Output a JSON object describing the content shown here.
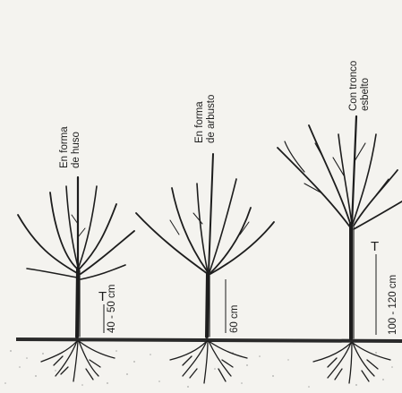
{
  "diagram": {
    "trees": [
      {
        "id": "huso",
        "title_lines": [
          "En forma",
          "de huso"
        ],
        "trunk_marker": "T",
        "trunk_height": "40 - 50 cm"
      },
      {
        "id": "arbusto",
        "title_lines": [
          "En forma",
          "de arbusto"
        ],
        "trunk_height": "60 cm"
      },
      {
        "id": "tronco-esbelto",
        "title_lines": [
          "Con tronco",
          "esbelto"
        ],
        "trunk_marker": "T",
        "trunk_height": "100 - 120 cm"
      }
    ],
    "colors": {
      "ink": "#1d1d1d",
      "ground": "#2a2a2a",
      "soil_stipple": "#8a8a8a",
      "background": "#f4f3ef"
    }
  }
}
